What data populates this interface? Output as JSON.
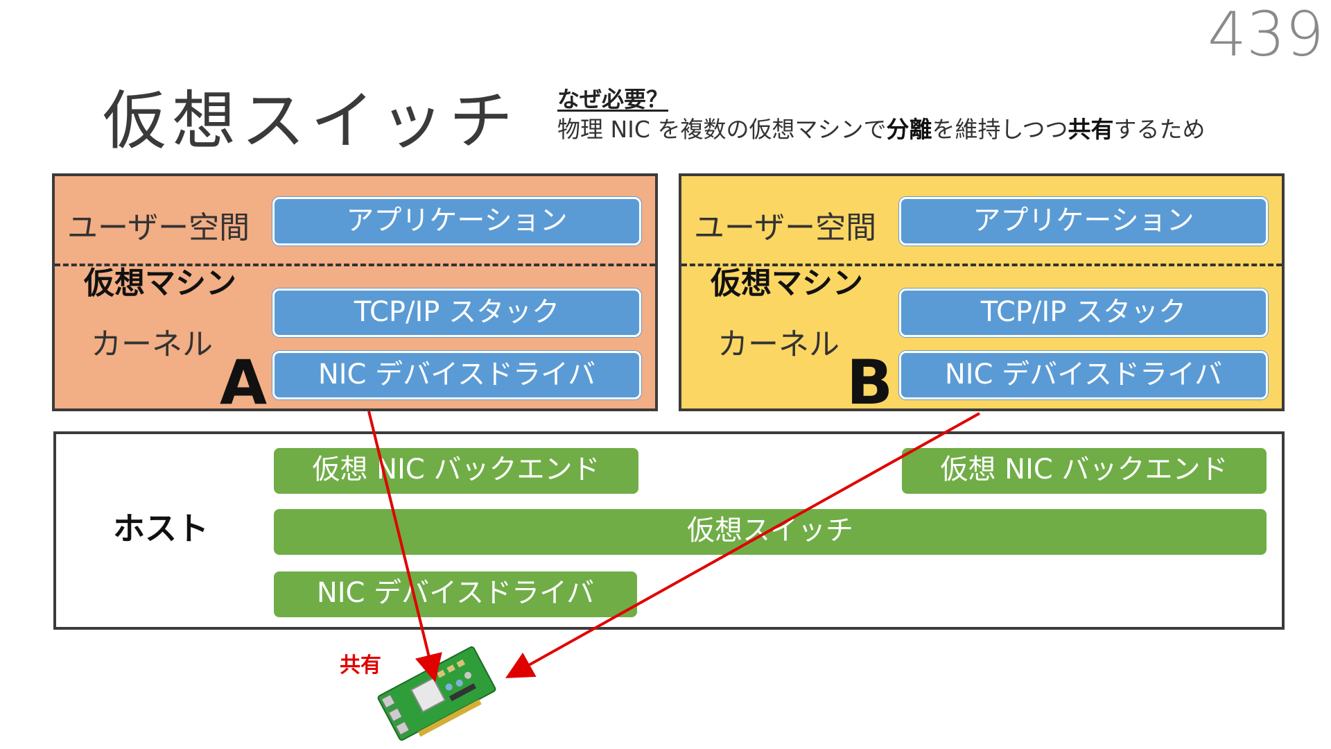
{
  "page_number": "439",
  "title": "仮想スイッチ",
  "why": {
    "question": "なぜ必要？",
    "answer_parts": [
      {
        "text": "物理 NIC を複数の仮想マシンで",
        "bold": false
      },
      {
        "text": "分離",
        "bold": true
      },
      {
        "text": "を維持しつつ",
        "bold": false
      },
      {
        "text": "共有",
        "bold": true
      },
      {
        "text": "するため",
        "bold": false
      }
    ]
  },
  "vms": [
    {
      "user_space": "ユーザー空間",
      "vm_label": "仮想マシン",
      "kernel": "カーネル",
      "letter": "A",
      "color": "#f2ae85",
      "app": "アプリケーション",
      "tcpip": "TCP/IP スタック",
      "nic_driver": "NIC デバイスドライバ"
    },
    {
      "user_space": "ユーザー空間",
      "vm_label": "仮想マシン",
      "kernel": "カーネル",
      "letter": "B",
      "color": "#fcd663",
      "app": "アプリケーション",
      "tcpip": "TCP/IP スタック",
      "nic_driver": "NIC デバイスドライバ"
    }
  ],
  "host": {
    "label": "ホスト",
    "backend_a": "仮想 NIC バックエンド",
    "backend_b": "仮想 NIC バックエンド",
    "vswitch": "仮想スイッチ",
    "nic_driver": "NIC デバイスドライバ"
  },
  "shared_label": "共有",
  "colors": {
    "blue_box": "#5b9bd5",
    "green_box": "#70ad47",
    "arrow": "#e00000",
    "nic_board": "#2f9e3a"
  }
}
